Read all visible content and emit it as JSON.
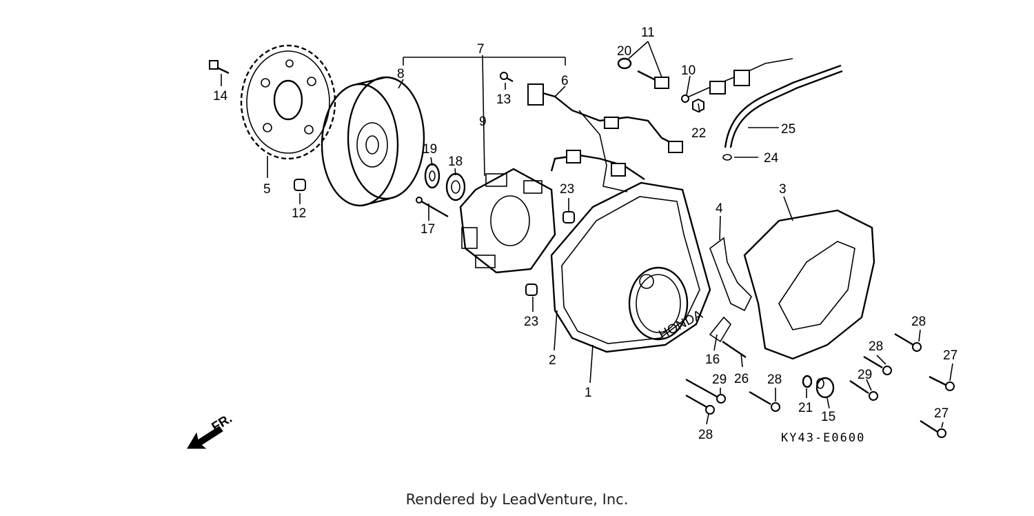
{
  "diagram": {
    "callouts": [
      {
        "id": "1",
        "label": "1"
      },
      {
        "id": "2",
        "label": "2"
      },
      {
        "id": "3",
        "label": "3"
      },
      {
        "id": "4",
        "label": "4"
      },
      {
        "id": "5",
        "label": "5"
      },
      {
        "id": "6",
        "label": "6"
      },
      {
        "id": "7",
        "label": "7"
      },
      {
        "id": "8",
        "label": "8"
      },
      {
        "id": "9",
        "label": "9"
      },
      {
        "id": "10",
        "label": "10"
      },
      {
        "id": "11",
        "label": "11"
      },
      {
        "id": "12",
        "label": "12"
      },
      {
        "id": "13",
        "label": "13"
      },
      {
        "id": "14",
        "label": "14"
      },
      {
        "id": "15",
        "label": "15"
      },
      {
        "id": "16",
        "label": "16"
      },
      {
        "id": "17",
        "label": "17"
      },
      {
        "id": "18",
        "label": "18"
      },
      {
        "id": "19",
        "label": "19"
      },
      {
        "id": "20",
        "label": "20"
      },
      {
        "id": "21",
        "label": "21"
      },
      {
        "id": "22",
        "label": "22"
      },
      {
        "id": "23a",
        "label": "23"
      },
      {
        "id": "23b",
        "label": "23"
      },
      {
        "id": "24",
        "label": "24"
      },
      {
        "id": "25",
        "label": "25"
      },
      {
        "id": "26",
        "label": "26"
      },
      {
        "id": "27a",
        "label": "27"
      },
      {
        "id": "27b",
        "label": "27"
      },
      {
        "id": "28a",
        "label": "28"
      },
      {
        "id": "28b",
        "label": "28"
      },
      {
        "id": "28c",
        "label": "28"
      },
      {
        "id": "28d",
        "label": "28"
      },
      {
        "id": "29a",
        "label": "29"
      },
      {
        "id": "29b",
        "label": "29"
      }
    ],
    "direction_label": "FR.",
    "cover_logo": "HONDA",
    "diagram_code": "KY43-E0600"
  },
  "footer": {
    "text": "Rendered by LeadVenture, Inc."
  }
}
